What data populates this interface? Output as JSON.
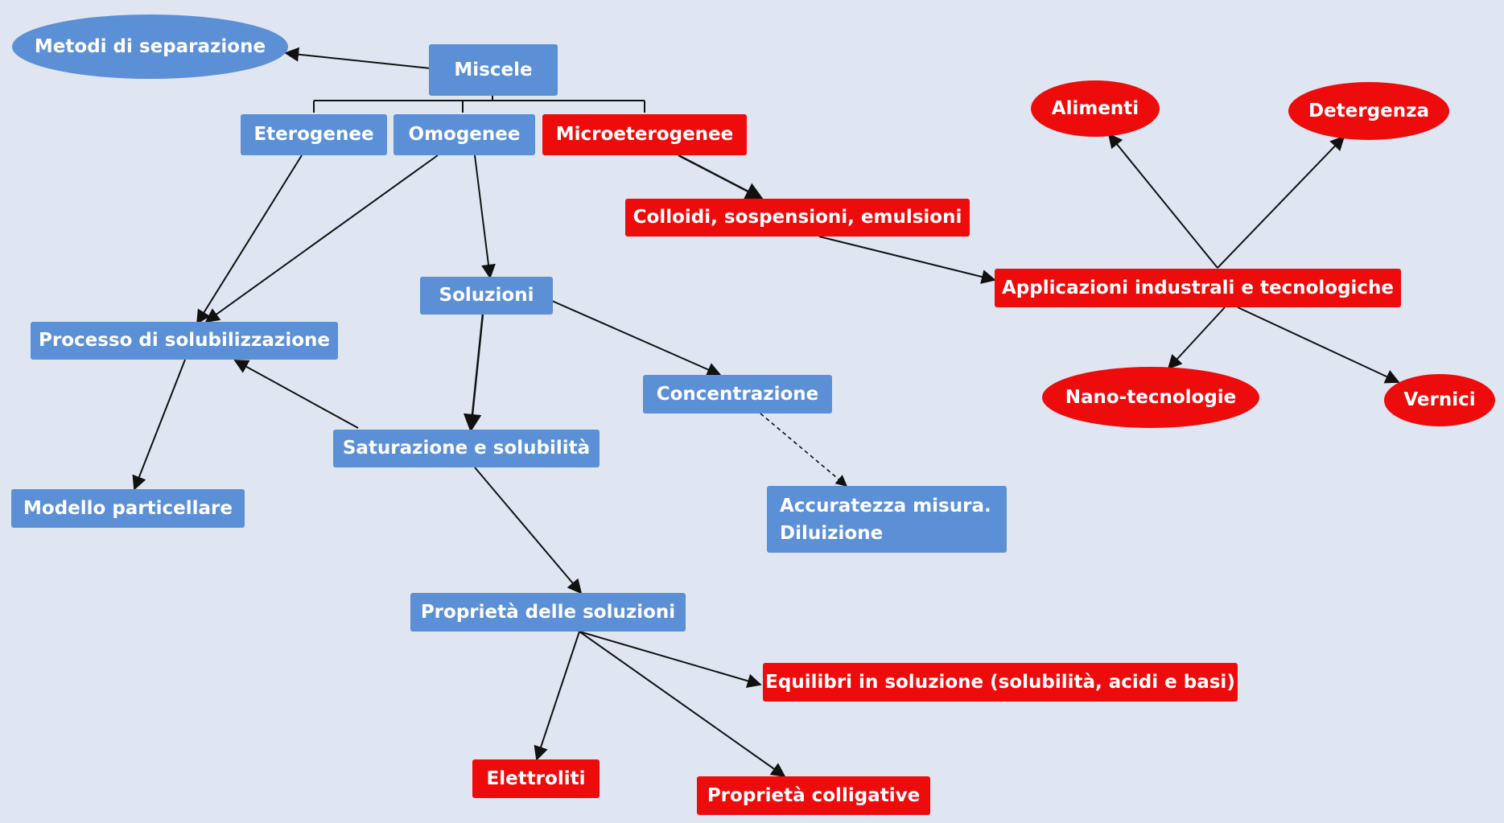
{
  "colors": {
    "background": "#dfe6f1",
    "blue_node": "#5b8fd6",
    "red_node": "#ee0b0b",
    "line": "#111111"
  },
  "nodes": {
    "metodi": "Metodi di separazione",
    "miscele": "Miscele",
    "eterogenee": "Eterogenee",
    "omogenee": "Omogenee",
    "microeterogenee": "Microeterogenee",
    "colloidi": "Colloidi, sospensioni, emulsioni",
    "applicazioni": "Applicazioni industrali e tecnologiche",
    "alimenti": "Alimenti",
    "detergenza": "Detergenza",
    "nanotecnologie": "Nano-tecnologie",
    "vernici": "Vernici",
    "soluzioni": "Soluzioni",
    "processo": "Processo di solubilizzazione",
    "concentrazione": "Concentrazione",
    "saturazione": "Saturazione e solubilità",
    "modello": "Modello particellare",
    "accuratezza_1": "Accuratezza misura.",
    "accuratezza_2": "Diluizione",
    "proprieta": "Proprietà delle soluzioni",
    "equilibri": "Equilibri in soluzione (solubilità, acidi e basi)",
    "elettroliti": "Elettroliti",
    "colligative": "Proprietà colligative"
  }
}
